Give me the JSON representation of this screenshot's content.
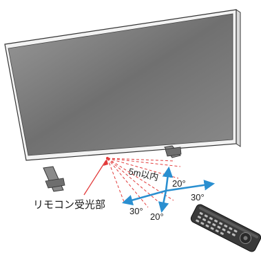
{
  "labels": {
    "sensor": "リモコン受光部",
    "distance": "5m以内",
    "angle_up": "20°",
    "angle_down": "20°",
    "angle_right": "30°",
    "angle_left": "30°"
  },
  "colors": {
    "arrow": "#2a8fd0",
    "fan_lines": "#e23a3a",
    "pointer": "#e23a3a",
    "screen": "#7a7a7a",
    "bezel": "#f2f2f2",
    "stand": "#8a8a8a",
    "outline": "#333333"
  },
  "icons": {
    "remote": "tv-remote-icon"
  }
}
